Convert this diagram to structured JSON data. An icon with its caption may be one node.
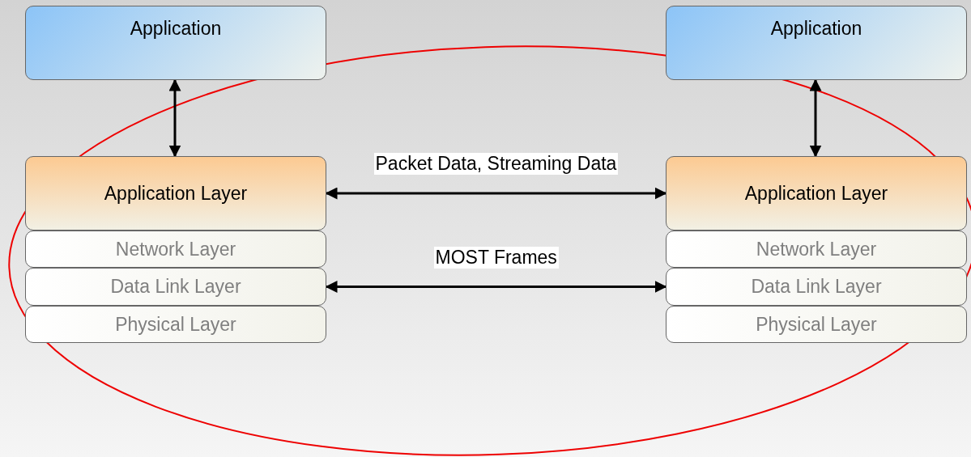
{
  "diagram": {
    "nodes": [
      {
        "text": [
          "Application"
        ]
      },
      {
        "text": [
          "Application"
        ]
      },
      {
        "text": [
          "Application Layer"
        ]
      },
      {
        "text": [
          "Network Layer"
        ]
      },
      {
        "text": [
          "Data Link Layer"
        ]
      },
      {
        "text": [
          "Physical Layer"
        ]
      },
      {
        "text": [
          "Application Layer"
        ]
      },
      {
        "text": [
          "Network Layer"
        ]
      },
      {
        "text": [
          "Data Link Layer"
        ]
      },
      {
        "text": [
          "Physical Layer"
        ]
      }
    ],
    "edges": [
      {
        "from": 0,
        "to": 2,
        "arrow": "both"
      },
      {
        "from": 1,
        "to": 6,
        "arrow": "both"
      },
      {
        "from": 2,
        "to": 6,
        "arrow": "both",
        "label": "Packet Data, Streaming Data"
      },
      {
        "from": 4,
        "to": 8,
        "arrow": "both",
        "label": "MOST Frames"
      }
    ]
  }
}
